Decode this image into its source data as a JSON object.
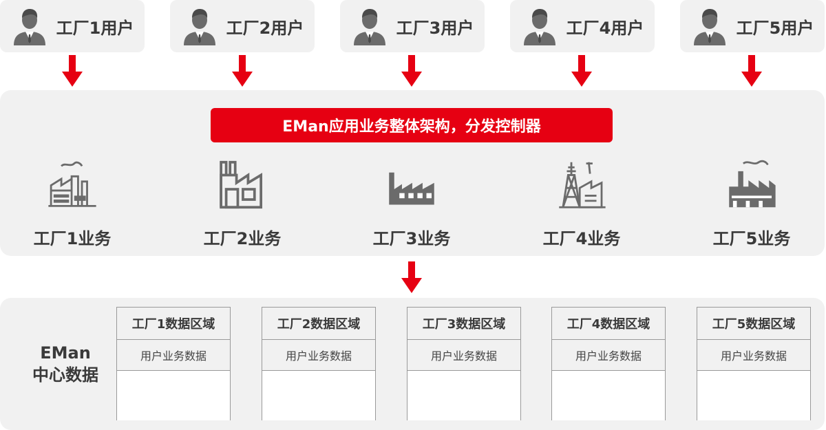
{
  "users": [
    {
      "label": "工厂1用户",
      "icon": "user-icon"
    },
    {
      "label": "工厂2用户",
      "icon": "user-icon"
    },
    {
      "label": "工厂3用户",
      "icon": "user-icon"
    },
    {
      "label": "工厂4用户",
      "icon": "user-icon"
    },
    {
      "label": "工厂5用户",
      "icon": "user-icon"
    }
  ],
  "banner": {
    "text": "EMan应用业务整体架构，分发控制器"
  },
  "factories": [
    {
      "label": "工厂1业务",
      "icon": "factory-chimney-icon"
    },
    {
      "label": "工厂2业务",
      "icon": "factory-sawtooth-icon"
    },
    {
      "label": "工厂3业务",
      "icon": "factory-solid-icon"
    },
    {
      "label": "工厂4业务",
      "icon": "factory-tower-icon"
    },
    {
      "label": "工厂5业务",
      "icon": "factory-smoke-icon"
    }
  ],
  "data_center": {
    "label_line1": "EMan",
    "label_line2": "中心数据"
  },
  "regions": [
    {
      "title": "工厂1数据区域",
      "row": "用户业务数据"
    },
    {
      "title": "工厂2数据区域",
      "row": "用户业务数据"
    },
    {
      "title": "工厂3数据区域",
      "row": "用户业务数据"
    },
    {
      "title": "工厂4数据区域",
      "row": "用户业务数据"
    },
    {
      "title": "工厂5数据区域",
      "row": "用户业务数据"
    }
  ],
  "colors": {
    "accent": "#e60012",
    "panel": "#f1f1f1",
    "icon": "#6b6b6b",
    "text": "#3a3a3a"
  }
}
